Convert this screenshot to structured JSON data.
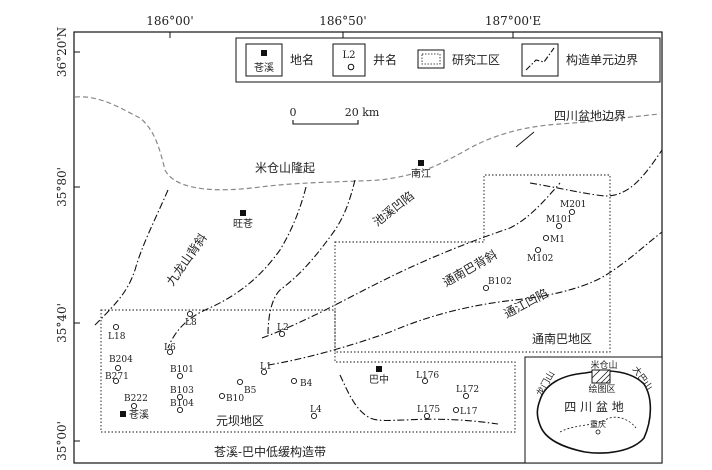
{
  "axes": {
    "top": [
      "186°00'",
      "186°50'",
      "187°00'E"
    ],
    "left": [
      "36°20'N",
      "35°80'",
      "35°40'",
      "35°00'"
    ]
  },
  "legend": {
    "place": {
      "symbol_text": "苍溪",
      "label": "地名"
    },
    "well": {
      "symbol_text": "L2",
      "label": "井名"
    },
    "study_area": {
      "label": "研究工区"
    },
    "boundary": {
      "label": "构造单元边界"
    }
  },
  "scale": {
    "start": "0",
    "end": "20 km"
  },
  "regions": {
    "basin_boundary": "四川盆地边界",
    "micangshan": "米仓山隆起",
    "jiulongshan": "九龙山背斜",
    "chixi": "池溪凹陷",
    "tongnanba": "通南巴背斜",
    "tongjiang": "通江凹陷",
    "tongnanba_area": "通南巴地区",
    "yuanba": "元坝地区",
    "cangxi_belt": "苍溪-巴中低缓构造带"
  },
  "places": {
    "nanjiang": "南江",
    "wangcang": "旺苍",
    "bazhong": "巴中",
    "cangxi": "苍溪"
  },
  "wells": {
    "M201": "M201",
    "M101": "M101",
    "M1": "M1",
    "M102": "M102",
    "B102": "B102",
    "L18": "L18",
    "L8": "L8",
    "L2": "L2",
    "L6": "L6",
    "B204": "B204",
    "B101": "B101",
    "B271": "B271",
    "L1": "L1",
    "B5": "B5",
    "B4": "B4",
    "B222": "B222",
    "B103": "B103",
    "B10": "B10",
    "B104": "B104",
    "L4": "L4",
    "L176": "L176",
    "L172": "L172",
    "L175": "L175",
    "L17": "L17"
  },
  "inset": {
    "micangshan": "米仓山",
    "longmenshan": "龙门山",
    "dabashan": "大巴山",
    "map_area": "绘图区",
    "sichuan": "四 川 盆 地",
    "chongqing": "重庆"
  }
}
